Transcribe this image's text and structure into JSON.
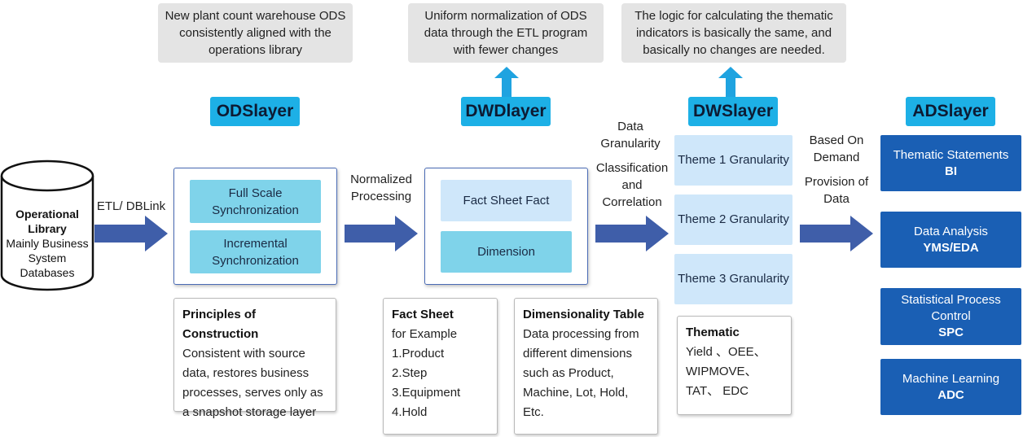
{
  "notes": {
    "ods": "New plant count warehouse ODS consistently aligned with the operations library",
    "dwd": "Uniform normalization of ODS data through the ETL program with fewer changes",
    "dws": "The logic for calculating the thematic indicators is basically the same, and basically no changes are needed."
  },
  "layers": {
    "ods": "ODSlayer",
    "dwd": "DWDlayer",
    "dws": "DWSlayer",
    "ads": "ADSlayer"
  },
  "source": {
    "title": "Operational Library",
    "subtitle": "Mainly Business System Databases"
  },
  "arrows": {
    "etl": "ETL/ DBLink",
    "normalized": "Normalized Processing",
    "granularity": "Data Granularity",
    "classification": "Classification and Correlation",
    "based": "Based On Demand",
    "provision": "Provision of Data"
  },
  "ods": {
    "full": "Full Scale Synchronization",
    "incremental": "Incremental Synchronization",
    "card_head": "Principles of Construction",
    "card_body": "Consistent with source data, restores business processes, serves only as a snapshot storage layer"
  },
  "dwd": {
    "fact": "Fact Sheet Fact",
    "dimension": "Dimension",
    "fact_card_head": "Fact Sheet",
    "fact_card_lines": [
      "for Example",
      "1.Product",
      "2.Step",
      "3.Equipment",
      "4.Hold"
    ],
    "dim_card_head": "Dimensionality Table",
    "dim_card_body": "Data processing from different dimensions such as Product, Machine, Lot, Hold, Etc."
  },
  "dws": {
    "themes": [
      "Theme 1 Granularity",
      "Theme 2 Granularity",
      "Theme 3 Granularity"
    ],
    "card_head": "Thematic",
    "card_body": "Yield 、OEE、 WIPMOVE、TAT、 EDC"
  },
  "ads": {
    "items": [
      {
        "label": "Thematic Statements",
        "sub": "BI"
      },
      {
        "label": "Data Analysis",
        "sub": "YMS/EDA"
      },
      {
        "label": "Statistical Process Control",
        "sub": "SPC"
      },
      {
        "label": "Machine Learning",
        "sub": "ADC"
      }
    ]
  },
  "colors": {
    "layer_title": "#1db0e6",
    "frame_border": "#4a6bb5",
    "cyan_box": "#7fd3ea",
    "light_box": "#cfe7fa",
    "ads_box": "#1a5fb4",
    "arrow": "#3f5ea9",
    "up_arrow": "#1fa3e0"
  }
}
